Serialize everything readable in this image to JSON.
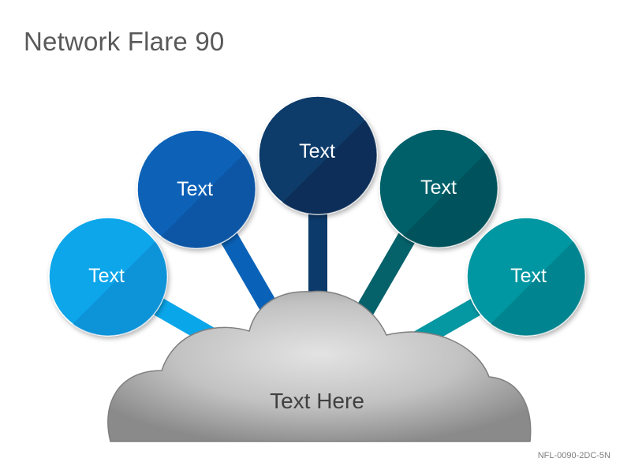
{
  "title": "Network Flare 90",
  "hub": {
    "label": "Text Here"
  },
  "nodes": [
    {
      "label": "Text",
      "color": "#0aa6ea",
      "shade": "#0783c8"
    },
    {
      "label": "Text",
      "color": "#0a62b8",
      "shade": "#084c95"
    },
    {
      "label": "Text",
      "color": "#0c3a6b",
      "shade": "#07264a"
    },
    {
      "label": "Text",
      "color": "#05616a",
      "shade": "#03474e"
    },
    {
      "label": "Text",
      "color": "#0597a2",
      "shade": "#047580"
    }
  ],
  "slide_code": "NFL-0090-2DC-5N"
}
